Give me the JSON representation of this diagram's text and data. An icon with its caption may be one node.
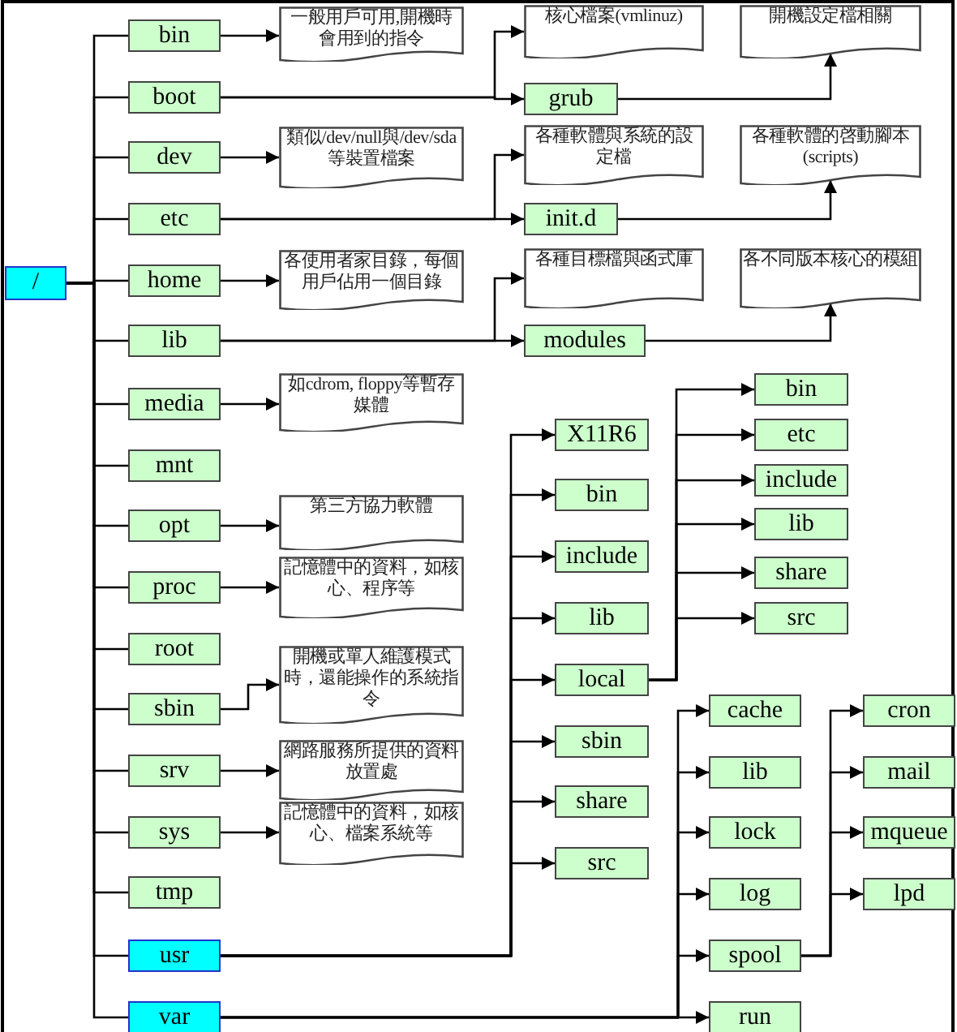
{
  "diagram": {
    "nodes": [
      {
        "text": [
          "/"
        ]
      },
      {
        "text": [
          "bin"
        ]
      },
      {
        "text": [
          "boot"
        ]
      },
      {
        "text": [
          "dev"
        ]
      },
      {
        "text": [
          "etc"
        ]
      },
      {
        "text": [
          "home"
        ]
      },
      {
        "text": [
          "lib"
        ]
      },
      {
        "text": [
          "media"
        ]
      },
      {
        "text": [
          "mnt"
        ]
      },
      {
        "text": [
          "opt"
        ]
      },
      {
        "text": [
          "proc"
        ]
      },
      {
        "text": [
          "root"
        ]
      },
      {
        "text": [
          "sbin"
        ]
      },
      {
        "text": [
          "srv"
        ]
      },
      {
        "text": [
          "sys"
        ]
      },
      {
        "text": [
          "tmp"
        ]
      },
      {
        "text": [
          "usr"
        ]
      },
      {
        "text": [
          "var"
        ]
      },
      {
        "text": [
          "一般用戶可用,開機時會用到的指令"
        ]
      },
      {
        "text": [
          "核心檔案(vmlinuz)"
        ]
      },
      {
        "text": [
          "開機設定檔相關"
        ]
      },
      {
        "text": [
          "grub"
        ]
      },
      {
        "text": [
          "類似/dev/null與/dev/sda等裝置檔案"
        ]
      },
      {
        "text": [
          "各種軟體與系統的設定檔"
        ]
      },
      {
        "text": [
          "各種軟體的啓動腳本(scripts)"
        ]
      },
      {
        "text": [
          "init.d"
        ]
      },
      {
        "text": [
          "各使用者家目錄，每個用戶佔用一個目錄"
        ]
      },
      {
        "text": [
          "各種目標檔與函式庫"
        ]
      },
      {
        "text": [
          "各不同版本核心的模組"
        ]
      },
      {
        "text": [
          "modules"
        ]
      },
      {
        "text": [
          "如cdrom, floppy等暫存媒體"
        ]
      },
      {
        "text": [
          "第三方協力軟體"
        ]
      },
      {
        "text": [
          "記憶體中的資料，如核心、程序等"
        ]
      },
      {
        "text": [
          "開機或單人維護模式時，還能操作的系統指令"
        ]
      },
      {
        "text": [
          "網路服務所提供的資料放置處"
        ]
      },
      {
        "text": [
          "記憶體中的資料，如核心、檔案系統等"
        ]
      },
      {
        "text": [
          "X11R6"
        ]
      },
      {
        "text": [
          "bin"
        ]
      },
      {
        "text": [
          "include"
        ]
      },
      {
        "text": [
          "lib"
        ]
      },
      {
        "text": [
          "local"
        ]
      },
      {
        "text": [
          "sbin"
        ]
      },
      {
        "text": [
          "share"
        ]
      },
      {
        "text": [
          "src"
        ]
      },
      {
        "text": [
          "bin"
        ]
      },
      {
        "text": [
          "etc"
        ]
      },
      {
        "text": [
          "include"
        ]
      },
      {
        "text": [
          "lib"
        ]
      },
      {
        "text": [
          "share"
        ]
      },
      {
        "text": [
          "src"
        ]
      },
      {
        "text": [
          "cache"
        ]
      },
      {
        "text": [
          "lib"
        ]
      },
      {
        "text": [
          "lock"
        ]
      },
      {
        "text": [
          "log"
        ]
      },
      {
        "text": [
          "spool"
        ]
      },
      {
        "text": [
          "run"
        ]
      },
      {
        "text": [
          "cron"
        ]
      },
      {
        "text": [
          "mail"
        ]
      },
      {
        "text": [
          "mqueue"
        ]
      },
      {
        "text": [
          "lpd"
        ]
      }
    ],
    "edges": [
      {
        "from": 0,
        "to": 1,
        "arrow": "none"
      },
      {
        "from": 0,
        "to": 2,
        "arrow": "none"
      },
      {
        "from": 0,
        "to": 3,
        "arrow": "none"
      },
      {
        "from": 0,
        "to": 4,
        "arrow": "none"
      },
      {
        "from": 0,
        "to": 5,
        "arrow": "none"
      },
      {
        "from": 0,
        "to": 6,
        "arrow": "none"
      },
      {
        "from": 0,
        "to": 7,
        "arrow": "none"
      },
      {
        "from": 0,
        "to": 8,
        "arrow": "none"
      },
      {
        "from": 0,
        "to": 9,
        "arrow": "none"
      },
      {
        "from": 0,
        "to": 10,
        "arrow": "none"
      },
      {
        "from": 0,
        "to": 11,
        "arrow": "none"
      },
      {
        "from": 0,
        "to": 12,
        "arrow": "none"
      },
      {
        "from": 0,
        "to": 13,
        "arrow": "none"
      },
      {
        "from": 0,
        "to": 14,
        "arrow": "none"
      },
      {
        "from": 0,
        "to": 15,
        "arrow": "none"
      },
      {
        "from": 0,
        "to": 16,
        "arrow": "none"
      },
      {
        "from": 0,
        "to": 17,
        "arrow": "none"
      },
      {
        "from": 1,
        "to": 18,
        "arrow": "to"
      },
      {
        "from": 2,
        "to": 19,
        "arrow": "to"
      },
      {
        "from": 2,
        "to": 21,
        "arrow": "to"
      },
      {
        "from": 21,
        "to": 20,
        "arrow": "to"
      },
      {
        "from": 3,
        "to": 22,
        "arrow": "to"
      },
      {
        "from": 4,
        "to": 23,
        "arrow": "to"
      },
      {
        "from": 4,
        "to": 25,
        "arrow": "to"
      },
      {
        "from": 25,
        "to": 24,
        "arrow": "to"
      },
      {
        "from": 5,
        "to": 26,
        "arrow": "to"
      },
      {
        "from": 6,
        "to": 27,
        "arrow": "to"
      },
      {
        "from": 6,
        "to": 29,
        "arrow": "to"
      },
      {
        "from": 29,
        "to": 28,
        "arrow": "to"
      },
      {
        "from": 7,
        "to": 30,
        "arrow": "to"
      },
      {
        "from": 9,
        "to": 31,
        "arrow": "to"
      },
      {
        "from": 10,
        "to": 32,
        "arrow": "to"
      },
      {
        "from": 12,
        "to": 33,
        "arrow": "to"
      },
      {
        "from": 13,
        "to": 34,
        "arrow": "to"
      },
      {
        "from": 14,
        "to": 35,
        "arrow": "to"
      },
      {
        "from": 16,
        "to": 36,
        "arrow": "to"
      },
      {
        "from": 16,
        "to": 37,
        "arrow": "to"
      },
      {
        "from": 16,
        "to": 38,
        "arrow": "to"
      },
      {
        "from": 16,
        "to": 39,
        "arrow": "to"
      },
      {
        "from": 16,
        "to": 40,
        "arrow": "to"
      },
      {
        "from": 16,
        "to": 41,
        "arrow": "to"
      },
      {
        "from": 16,
        "to": 42,
        "arrow": "to"
      },
      {
        "from": 16,
        "to": 43,
        "arrow": "to"
      },
      {
        "from": 40,
        "to": 44,
        "arrow": "to"
      },
      {
        "from": 40,
        "to": 45,
        "arrow": "to"
      },
      {
        "from": 40,
        "to": 46,
        "arrow": "to"
      },
      {
        "from": 40,
        "to": 47,
        "arrow": "to"
      },
      {
        "from": 40,
        "to": 48,
        "arrow": "to"
      },
      {
        "from": 40,
        "to": 49,
        "arrow": "to"
      },
      {
        "from": 17,
        "to": 50,
        "arrow": "to"
      },
      {
        "from": 17,
        "to": 51,
        "arrow": "to"
      },
      {
        "from": 17,
        "to": 52,
        "arrow": "to"
      },
      {
        "from": 17,
        "to": 53,
        "arrow": "to"
      },
      {
        "from": 17,
        "to": 54,
        "arrow": "to"
      },
      {
        "from": 17,
        "to": 55,
        "arrow": "to"
      },
      {
        "from": 54,
        "to": 56,
        "arrow": "to"
      },
      {
        "from": 54,
        "to": 57,
        "arrow": "to"
      },
      {
        "from": 54,
        "to": 58,
        "arrow": "to"
      },
      {
        "from": 54,
        "to": 59,
        "arrow": "to"
      }
    ]
  }
}
